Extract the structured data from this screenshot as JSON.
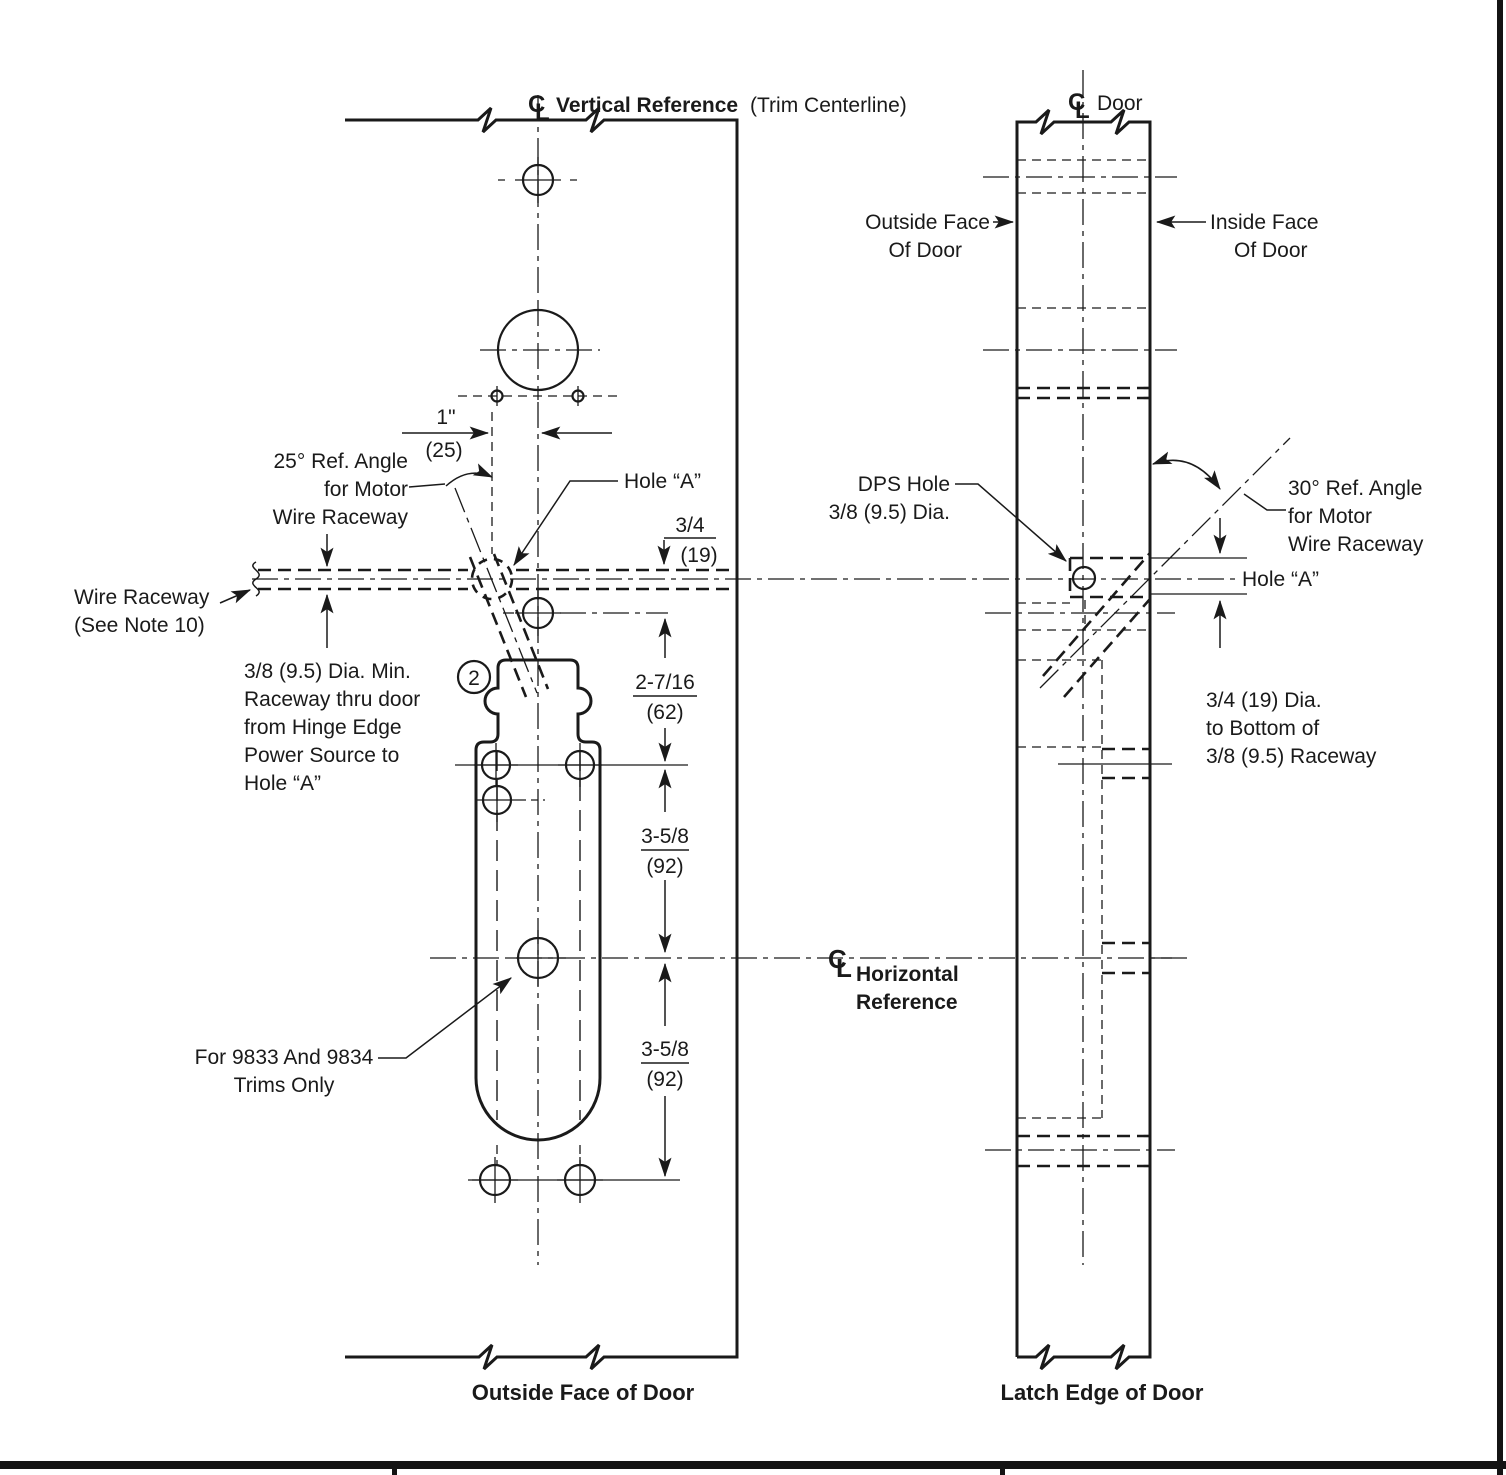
{
  "colors": {
    "ink": "#1a1a1a",
    "plate_fill": "#e7e7e7",
    "bar": "#141414"
  },
  "symbols": {
    "c": "C",
    "l": "L"
  },
  "left_view": {
    "centerline_label_bold": "Vertical Reference",
    "centerline_label_normal": "(Trim Centerline)",
    "angle_note": {
      "l1": "25° Ref. Angle",
      "l2": "for Motor",
      "l3": "Wire Raceway"
    },
    "dim_1in": {
      "v": "1\"",
      "mm": "(25)"
    },
    "hole_a_label": "Hole “A”",
    "dim_34": {
      "v": "3/4",
      "mm": "(19)"
    },
    "wire_raceway": {
      "l1": "Wire Raceway",
      "l2": "(See Note 10)"
    },
    "raceway_note": {
      "l1": "3/8 (9.5) Dia. Min.",
      "l2": "Raceway thru door",
      "l3": "from Hinge Edge",
      "l4": "Power Source to",
      "l5": "Hole “A”"
    },
    "callout_2": "2",
    "dim_2716": {
      "v": "2-7/16",
      "mm": "(62)"
    },
    "dim_358_upper": {
      "v": "3-5/8",
      "mm": "(92)"
    },
    "dim_358_lower": {
      "v": "3-5/8",
      "mm": "(92)"
    },
    "horizontal_ref": {
      "l1": "Horizontal",
      "l2": "Reference"
    },
    "trims_note": {
      "l1": "For 9833 And 9834",
      "l2": "Trims Only"
    },
    "caption": "Outside Face of Door"
  },
  "right_view": {
    "centerline_label": "Door",
    "outside_face": {
      "l1": "Outside Face",
      "l2": "Of Door"
    },
    "inside_face": {
      "l1": "Inside Face",
      "l2": "Of Door"
    },
    "dps_label": {
      "l1": "DPS Hole",
      "l2": "3/8 (9.5) Dia."
    },
    "angle_note": {
      "l1": "30° Ref. Angle",
      "l2": "for Motor",
      "l3": "Wire Raceway"
    },
    "hole_a_label": "Hole “A”",
    "raceway_bottom_note": {
      "l1": "3/4 (19) Dia.",
      "l2": "to Bottom of",
      "l3": "3/8 (9.5) Raceway"
    },
    "caption": "Latch Edge of Door"
  }
}
